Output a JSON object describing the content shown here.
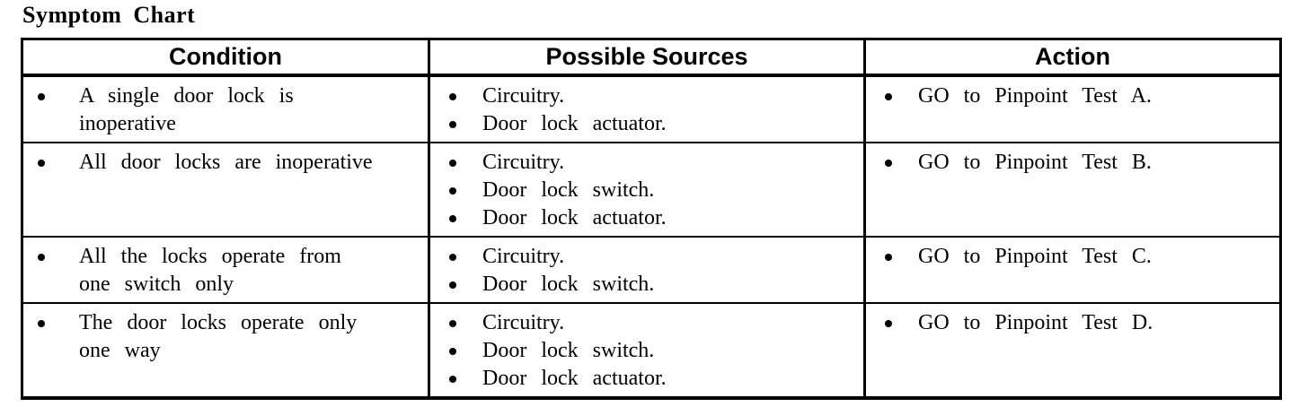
{
  "title": "Symptom Chart",
  "colors": {
    "text": "#000000",
    "background": "#ffffff",
    "border": "#000000"
  },
  "table": {
    "headers": [
      "Condition",
      "Possible Sources",
      "Action"
    ],
    "rows": [
      {
        "condition": [
          [
            "A single door lock is",
            "inoperative"
          ]
        ],
        "sources": [
          [
            "Circuitry."
          ],
          [
            "Door lock actuator."
          ]
        ],
        "action": [
          [
            "GO to Pinpoint Test A."
          ]
        ]
      },
      {
        "condition": [
          [
            "All door locks are inoperative"
          ]
        ],
        "sources": [
          [
            "Circuitry."
          ],
          [
            "Door lock switch."
          ],
          [
            "Door lock actuator."
          ]
        ],
        "action": [
          [
            "GO to Pinpoint Test B."
          ]
        ]
      },
      {
        "condition": [
          [
            "All the locks operate from",
            "one switch only"
          ]
        ],
        "sources": [
          [
            "Circuitry."
          ],
          [
            "Door lock switch."
          ]
        ],
        "action": [
          [
            "GO to Pinpoint Test C."
          ]
        ]
      },
      {
        "condition": [
          [
            "The door locks operate only",
            "one way"
          ]
        ],
        "sources": [
          [
            "Circuitry."
          ],
          [
            "Door lock switch."
          ],
          [
            "Door lock actuator."
          ]
        ],
        "action": [
          [
            "GO to Pinpoint Test D."
          ]
        ]
      }
    ]
  }
}
